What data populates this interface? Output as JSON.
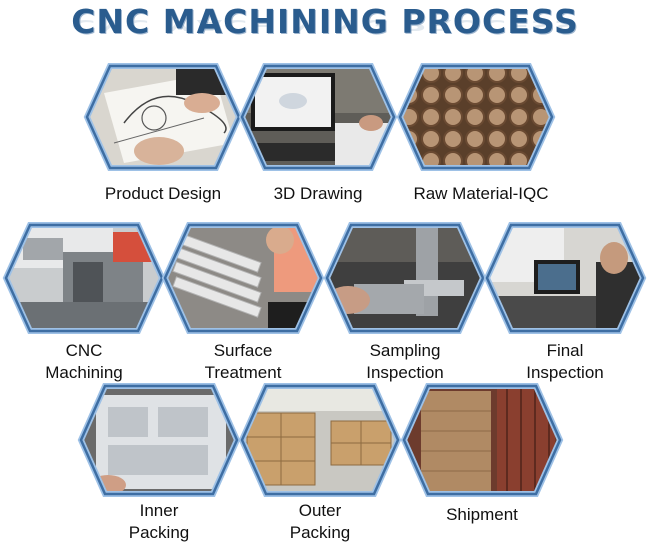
{
  "title": "CNC MACHINING PROCESS",
  "steps": [
    {
      "label_lines": [
        "Product Design"
      ]
    },
    {
      "label_lines": [
        "3D Drawing"
      ]
    },
    {
      "label_lines": [
        "Raw Material-IQC"
      ]
    },
    {
      "label_lines": [
        "CNC",
        "Machining"
      ]
    },
    {
      "label_lines": [
        "Surface",
        "Treatment"
      ]
    },
    {
      "label_lines": [
        "Sampling",
        "Inspection"
      ]
    },
    {
      "label_lines": [
        "Final",
        "Inspection"
      ]
    },
    {
      "label_lines": [
        "Inner",
        "Packing"
      ]
    },
    {
      "label_lines": [
        "Outer",
        "Packing"
      ]
    },
    {
      "label_lines": [
        "Shipment"
      ]
    }
  ],
  "colors": {
    "title": "#2a5c8e",
    "hex_border": "#3e6ea3",
    "hex_border_light": "#9ec1e6"
  }
}
